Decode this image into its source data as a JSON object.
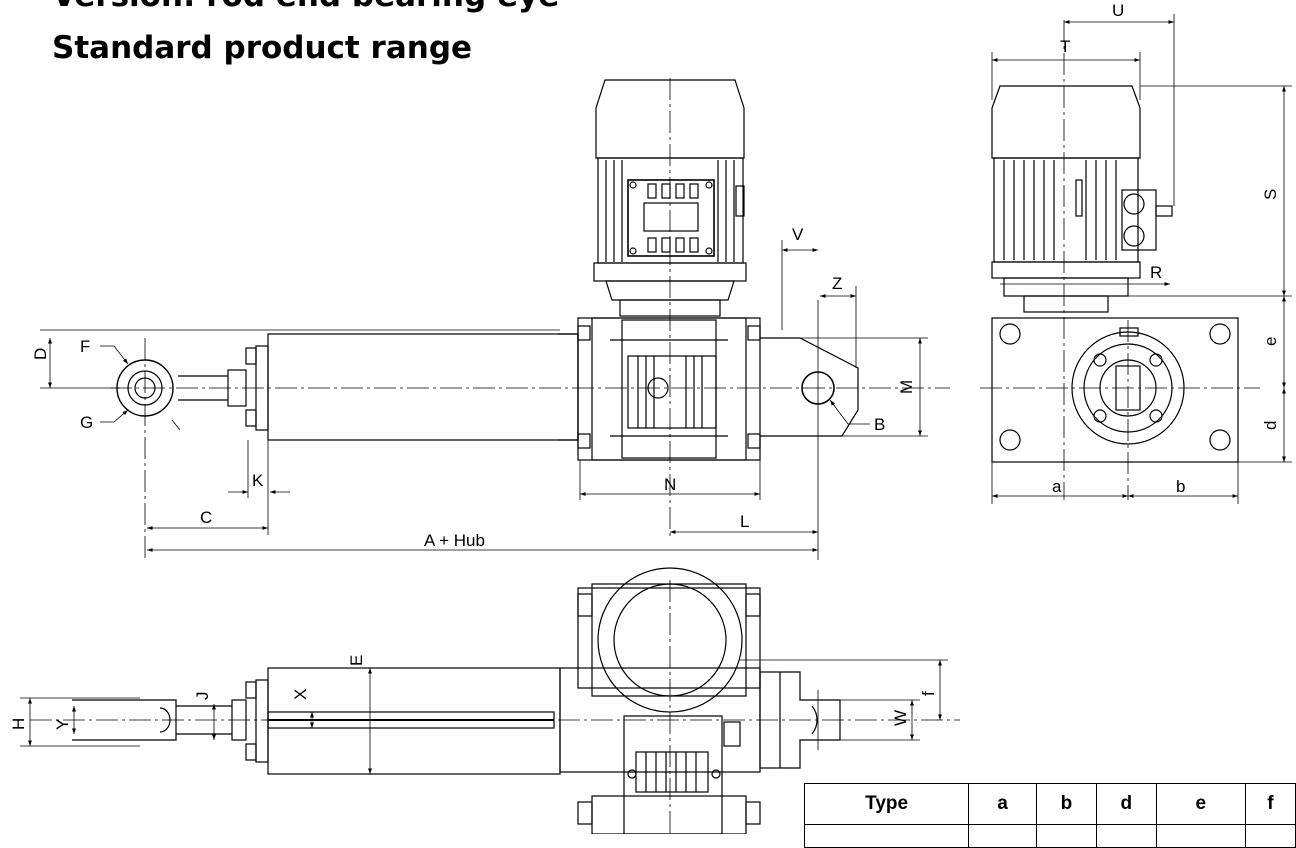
{
  "headings": {
    "line1": "Version: rod end bearing eye",
    "line2": "Standard product range"
  },
  "dimensions": {
    "A": "A + Hub",
    "B": "B",
    "C": "C",
    "D": "D",
    "E": "E",
    "F": "F",
    "G": "G",
    "H": "H",
    "J": "J",
    "K": "K",
    "L": "L",
    "M": "M",
    "N": "N",
    "R": "R",
    "S": "S",
    "T": "T",
    "U": "U",
    "V": "V",
    "W": "W",
    "X": "X",
    "Y": "Y",
    "Z": "Z",
    "a": "a",
    "b": "b",
    "d": "d",
    "e": "e",
    "f": "f"
  },
  "table": {
    "headers": [
      "Type",
      "a",
      "b",
      "d",
      "e",
      "f"
    ]
  },
  "colors": {
    "line": "#000000",
    "paper": "#ffffff"
  }
}
